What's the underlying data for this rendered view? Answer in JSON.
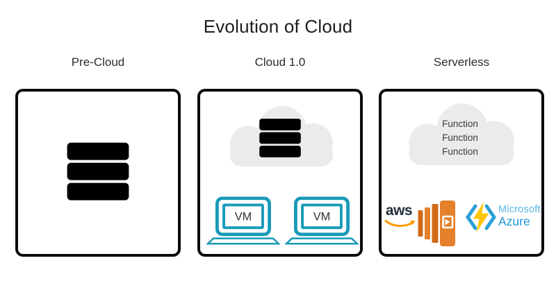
{
  "title": "Evolution of Cloud",
  "panels": [
    {
      "label": "Pre-Cloud"
    },
    {
      "label": "Cloud 1.0",
      "vm_label": "VM"
    },
    {
      "label": "Serverless",
      "function_lines": [
        "Function",
        "Function",
        "Function"
      ],
      "aws_wordmark": "aws",
      "azure_wordmark_line1": "Microsoft",
      "azure_wordmark_line2": "Azure"
    }
  ],
  "icons": {
    "server-rack-icon": "stack of three server units with status dots",
    "cloud-icon": "light gray cloud silhouette",
    "vm-laptop-icon": "teal outlined laptop",
    "aws-smile-icon": "orange amazon smile arrow",
    "aws-service-icon": "orange AWS serverless service cube",
    "azure-functions-icon": "yellow lightning bolt between angle brackets"
  },
  "colors": {
    "background": "#ffffff",
    "box_border": "#0a0a0a",
    "title_text": "#1d1d1d",
    "label_text": "#2b2b2b",
    "cloud_gray": "#ebebeb",
    "teal_accent": "#189ab8",
    "vm_text": "#333333",
    "function_text": "#3a3a3a",
    "aws_text_dark": "#222f3a",
    "aws_orange": "#e5802b",
    "aws_orange_dark": "#d06919",
    "aws_smile_orange": "#ff9900",
    "azure_bracket_blue": "#2b9fd8",
    "bolt_yellow": "#ffc608",
    "microsoft_text_blue": "#58b8e6",
    "azure_text_blue": "#1f96d2"
  }
}
